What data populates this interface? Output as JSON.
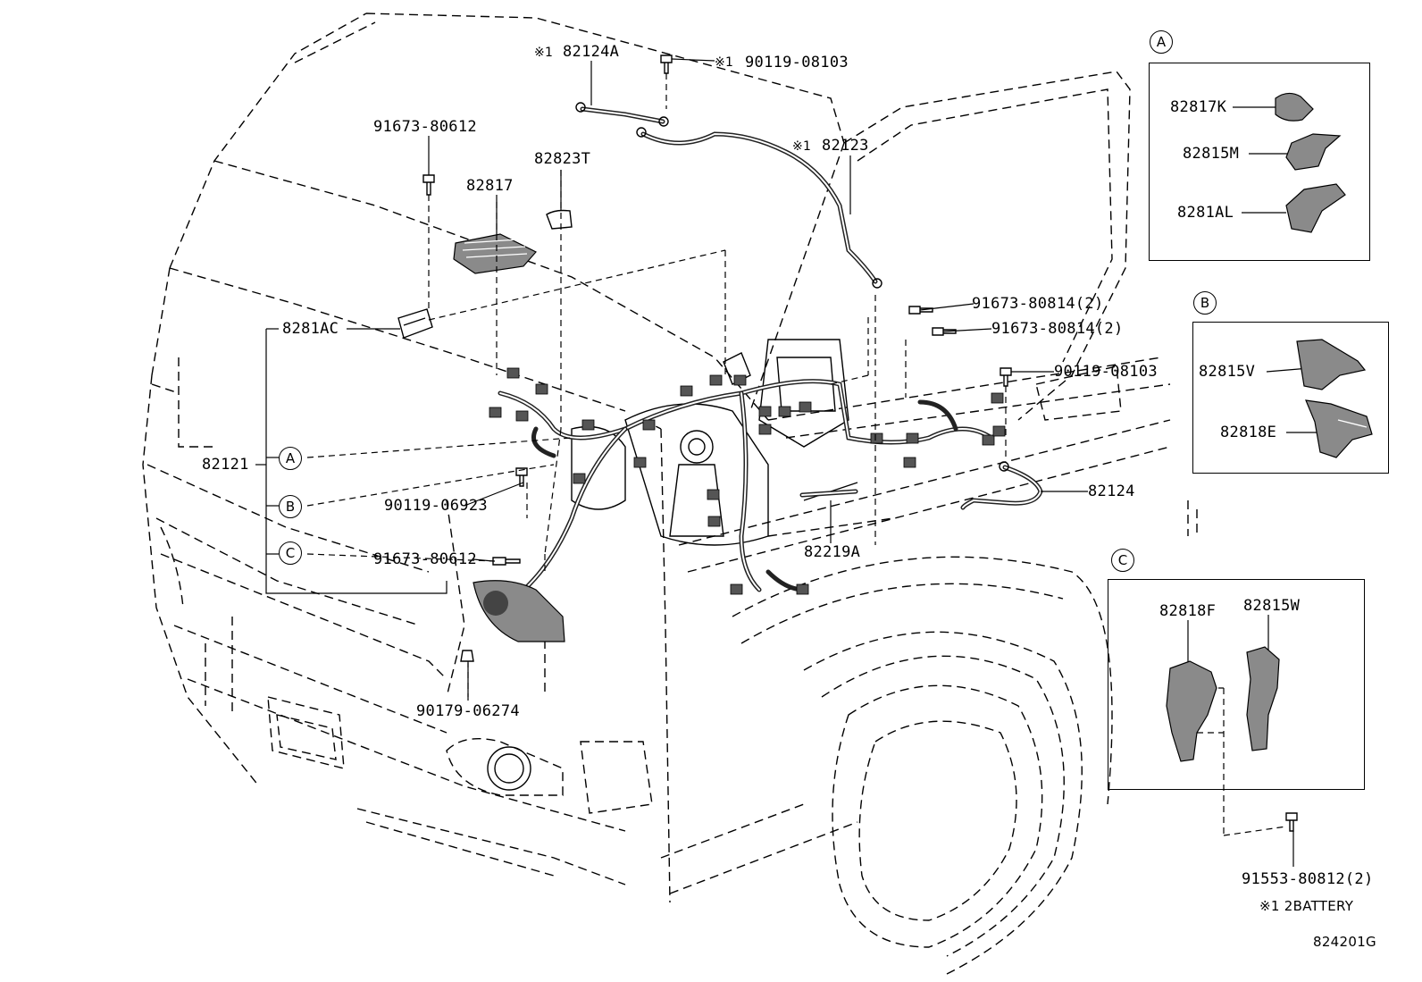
{
  "diagram": {
    "part_labels": {
      "p82124A": "82124A",
      "p90119_08103_top": "90119-08103",
      "p91673_80612_top": "91673-80612",
      "p82823T": "82823T",
      "p82817": "82817",
      "p82123": "82123",
      "p8281AC": "8281AC",
      "p91673_80814_a": "91673-80814(2)",
      "p91673_80814_b": "91673-80814(2)",
      "p90119_08103_right": "90119-08103",
      "p82121": "82121",
      "p90119_06923": "90119-06923",
      "p82124": "82124",
      "p91673_80612_low": "91673-80612",
      "p82219A": "82219A",
      "p90179_06274": "90179-06274",
      "p82817K": "82817K",
      "p82815M": "82815M",
      "p8281AL": "8281AL",
      "p82815V": "82815V",
      "p82818E": "82818E",
      "p82818F": "82818F",
      "p82815W": "82815W",
      "p91553_80812": "91553-80812(2)"
    },
    "note_mark": "※1",
    "detail_markers": {
      "a": "A",
      "b": "B",
      "c": "C"
    },
    "footnote": "※1 2BATTERY",
    "diagram_id": "824201G"
  }
}
